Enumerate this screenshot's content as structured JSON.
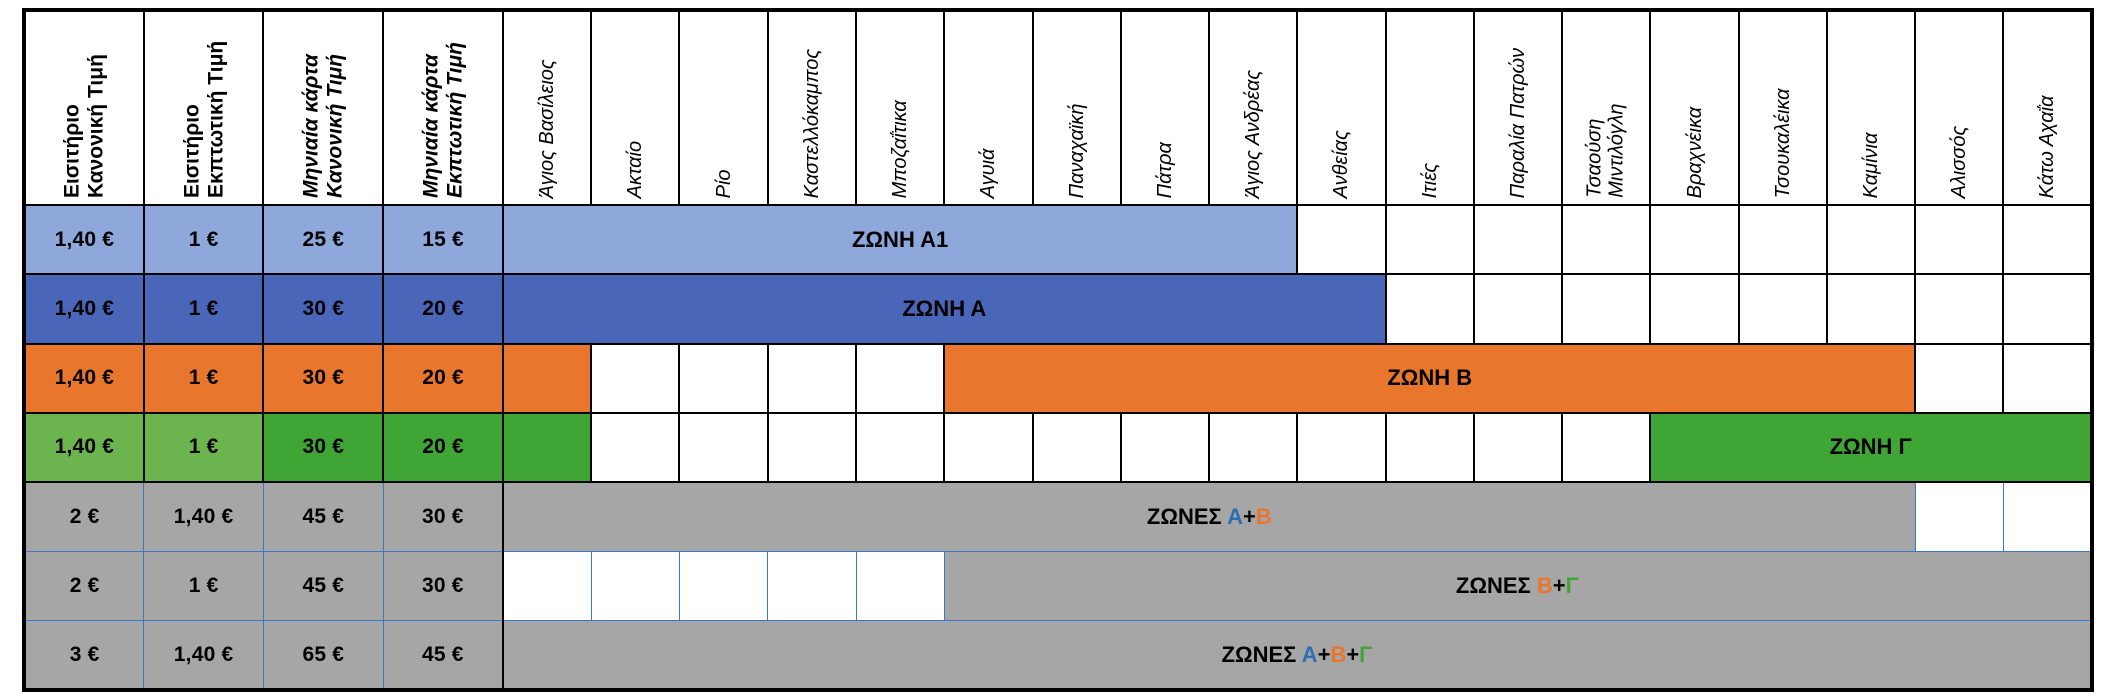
{
  "table": {
    "price_columns": [
      {
        "id": "ticket-regular",
        "label": "Εισιτήριο\nΚανονική Τιμή",
        "style": "bold"
      },
      {
        "id": "ticket-discount",
        "label": "Εισιτήριο\nΕκπτωτική  Τιμή",
        "style": "bold"
      },
      {
        "id": "monthly-regular",
        "label": "Μηνιαία κάρτα\nΚανονική Τιμή",
        "style": "bold-italic"
      },
      {
        "id": "monthly-discount",
        "label": "Μηνιαία κάρτα\nΕκπτωτική Τιμή",
        "style": "bold-italic"
      }
    ],
    "stops": [
      "Άγιος Βασίλειος",
      "Ακταίο",
      "Ρίο",
      "Καστελλόκαμπος",
      "Μποζαΐτικα",
      "Αγυιά",
      "Παναχαϊκή",
      "Πάτρα",
      "Άγιος Ανδρέας",
      "Ανθείας",
      "Ιτιές",
      "Παραλία Πατρών",
      "Τσαούση\nΜιντιλόγλη",
      "Βραχνέικα",
      "Τσουκαλέικα",
      "Καμίνια",
      "Αλισσός",
      "Κάτω Αχαΐα"
    ],
    "rows": [
      {
        "id": "zone-a1",
        "prices": [
          "1,40 €",
          "1 €",
          "25 €",
          "15 €"
        ],
        "price_color": "#8FA8DB",
        "band_label": "ΖΩΝΗ Α1",
        "band_color": "#8FA8DB",
        "band_start": 0,
        "band_span": 9,
        "grid": "black"
      },
      {
        "id": "zone-a",
        "prices": [
          "1,40 €",
          "1 €",
          "30 €",
          "20 €"
        ],
        "price_color": "#4A66B8",
        "band_label": "ΖΩΝΗ Α",
        "band_color": "#4A66B8",
        "band_start": 0,
        "band_span": 10,
        "grid": "black"
      },
      {
        "id": "zone-b",
        "prices": [
          "1,40 €",
          "1 €",
          "30 €",
          "20 €"
        ],
        "price_color": "#E8762C",
        "band_label": "ΖΩΝΗ Β",
        "band_color": "#E8762C",
        "band_start": 5,
        "band_span": 11,
        "lead_fill": 1,
        "grid": "black"
      },
      {
        "id": "zone-g",
        "prices": [
          "1,40 €",
          "1 €",
          "30 €",
          "20 €"
        ],
        "price_color": "#3FA535",
        "price_color_light": "#6CB44E",
        "band_label": "ΖΩΝΗ Γ",
        "band_color": "#3FA535",
        "band_start": 13,
        "band_span": 5,
        "lead_fill": 1,
        "grid": "black"
      },
      {
        "id": "zones-a-b",
        "prices": [
          "2 €",
          "1,40 €",
          "45 €",
          "30 €"
        ],
        "price_color": "#A6A6A6",
        "band_tokens": [
          {
            "t": "ΖΩΝΕΣ ",
            "c": "#000000"
          },
          {
            "t": "Α",
            "c": "#2E6DB4"
          },
          {
            "t": "+",
            "c": "#000000"
          },
          {
            "t": "Β",
            "c": "#E8762C"
          }
        ],
        "band_color": "#A6A6A6",
        "band_start": 0,
        "band_span": 16,
        "grid": "blue"
      },
      {
        "id": "zones-b-g",
        "prices": [
          "2 €",
          "1 €",
          "45 €",
          "30 €"
        ],
        "price_color": "#A6A6A6",
        "band_tokens": [
          {
            "t": "ΖΩΝΕΣ ",
            "c": "#000000"
          },
          {
            "t": "Β",
            "c": "#E8762C"
          },
          {
            "t": "+",
            "c": "#000000"
          },
          {
            "t": "Γ",
            "c": "#3FA535"
          }
        ],
        "band_color": "#A6A6A6",
        "band_start": 5,
        "band_span": 13,
        "grid": "blue"
      },
      {
        "id": "zones-a-b-g",
        "prices": [
          "3 €",
          "1,40 €",
          "65 €",
          "45 €"
        ],
        "price_color": "#A6A6A6",
        "band_tokens": [
          {
            "t": "ΖΩΝΕΣ ",
            "c": "#000000"
          },
          {
            "t": "Α",
            "c": "#2E6DB4"
          },
          {
            "t": "+",
            "c": "#000000"
          },
          {
            "t": "Β",
            "c": "#E8762C"
          },
          {
            "t": "+",
            "c": "#000000"
          },
          {
            "t": "Γ",
            "c": "#3FA535"
          }
        ],
        "band_color": "#A6A6A6",
        "band_start": 0,
        "band_span": 18,
        "grid": "blue"
      }
    ]
  }
}
